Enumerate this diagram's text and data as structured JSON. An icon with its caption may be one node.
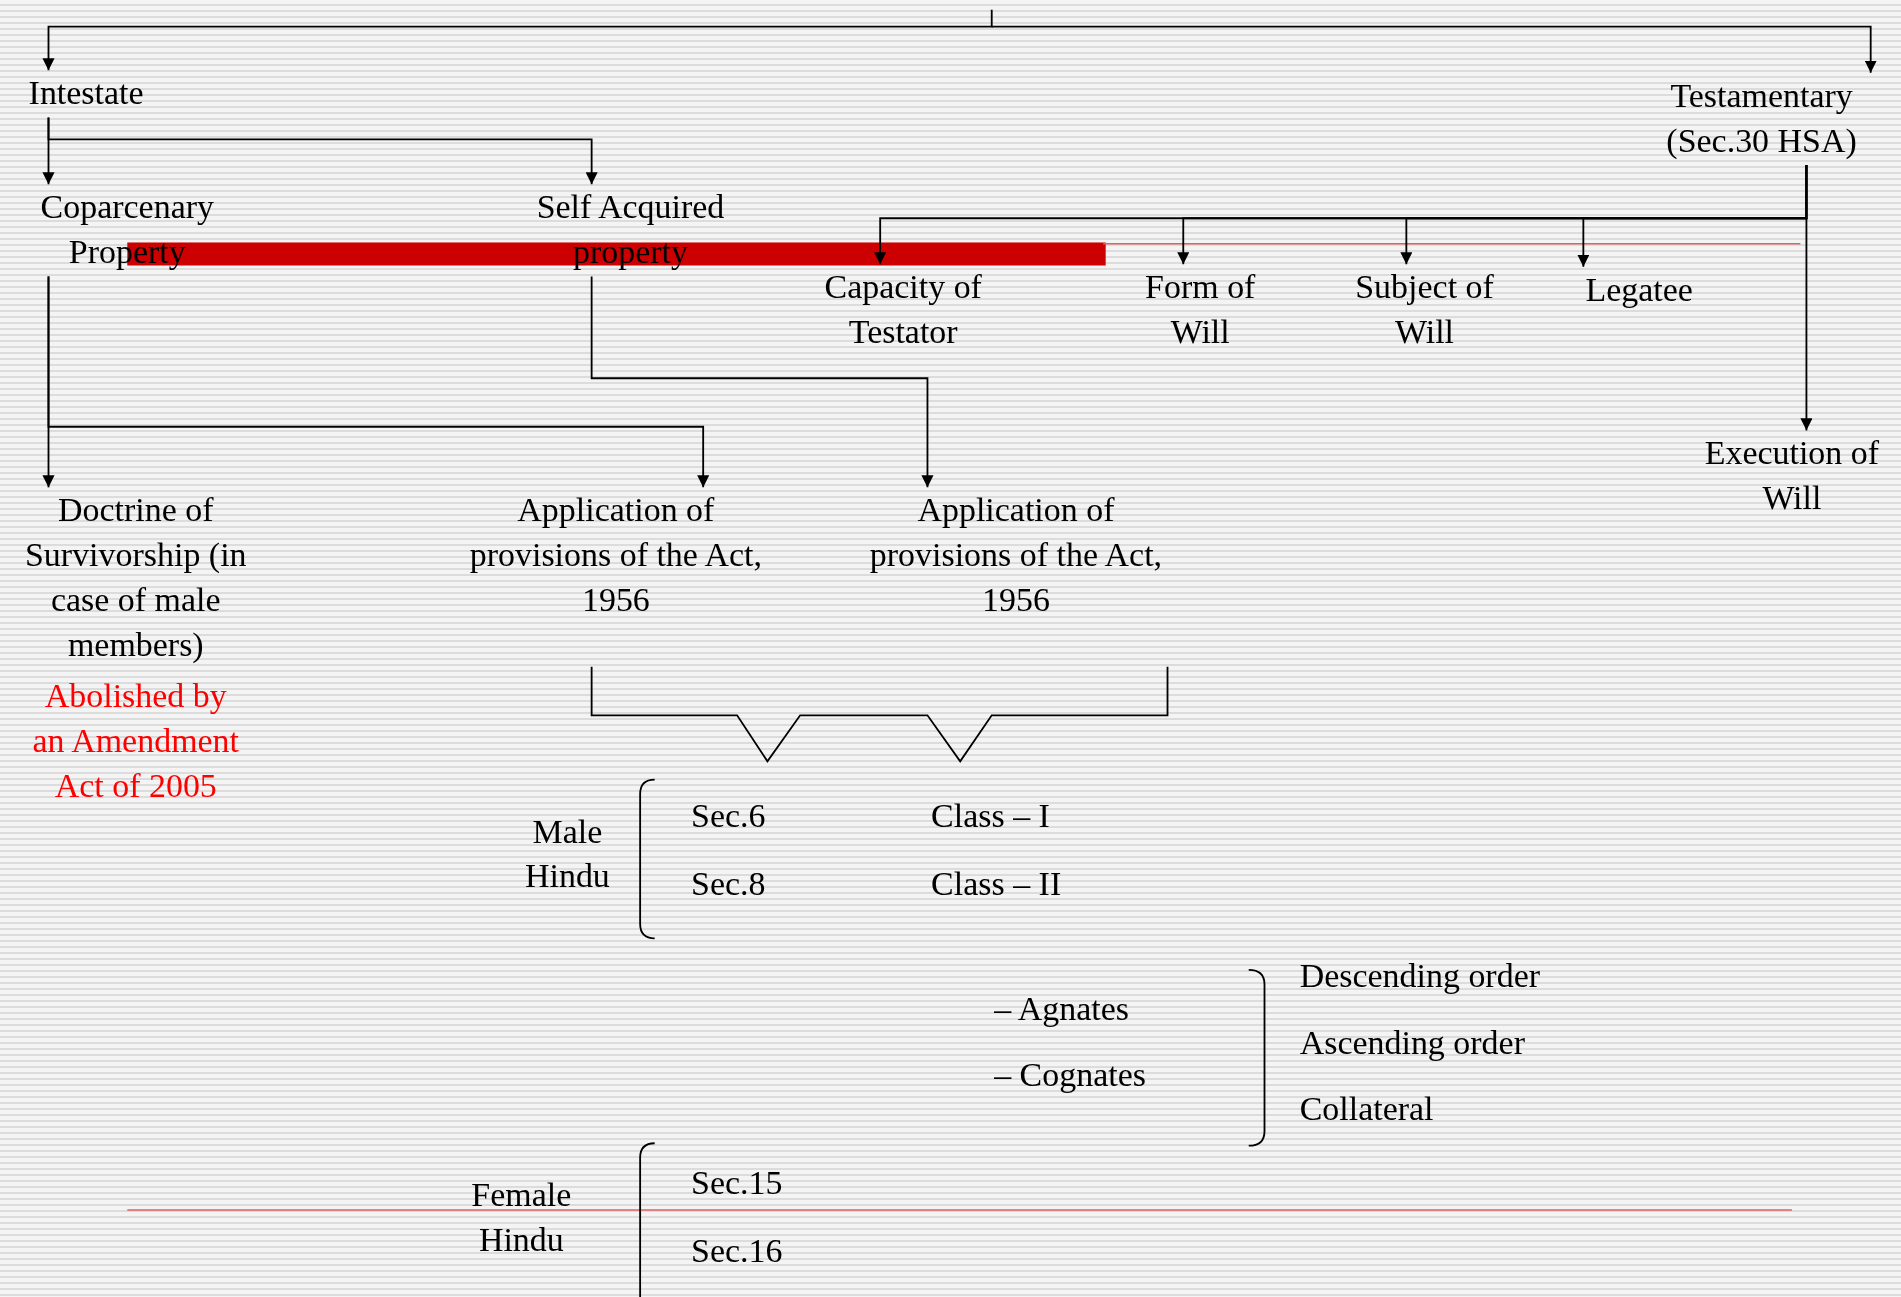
{
  "diagram": {
    "nodes": [
      {
        "text": [
          "Intestate"
        ]
      },
      {
        "text": [
          "Testamentary (Sec.30 HSA)"
        ]
      },
      {
        "text": [
          "Coparcenary Property"
        ]
      },
      {
        "text": [
          "Self Acquired property"
        ]
      },
      {
        "text": [
          "Capacity of Testator"
        ]
      },
      {
        "text": [
          "Form of Will"
        ]
      },
      {
        "text": [
          "Subject of Will"
        ]
      },
      {
        "text": [
          "Legatee"
        ]
      },
      {
        "text": [
          "Execution of Will"
        ]
      },
      {
        "text": [
          "Doctrine of Survivorship (in case of male members)"
        ],
        "beside": [
          "Abolished by an Amendment Act of 2005"
        ]
      },
      {
        "text": [
          "Application of provisions of the Act, 1956"
        ]
      },
      {
        "text": [
          "Application of provisions of the Act, 1956"
        ]
      }
    ],
    "edges": [
      {
        "from": null,
        "to": 0,
        "arrow": "to"
      },
      {
        "from": null,
        "to": 1,
        "arrow": "to"
      },
      {
        "from": 0,
        "to": 2,
        "arrow": "to"
      },
      {
        "from": 0,
        "to": 3,
        "arrow": "to"
      },
      {
        "from": 1,
        "to": 4,
        "arrow": "to"
      },
      {
        "from": 1,
        "to": 5,
        "arrow": "to"
      },
      {
        "from": 1,
        "to": 6,
        "arrow": "to"
      },
      {
        "from": 1,
        "to": 7,
        "arrow": "to"
      },
      {
        "from": 1,
        "to": 8,
        "arrow": "to"
      },
      {
        "from": 2,
        "to": 9,
        "arrow": "to"
      },
      {
        "from": 2,
        "to": 10,
        "arrow": "to"
      },
      {
        "from": 3,
        "to": 11,
        "arrow": "to"
      }
    ],
    "labels": [
      "Male Hindu",
      "Sec.6",
      "Class – I",
      "Sec.8",
      "Class – II",
      "– Agnates",
      "Descending order",
      "Ascending order",
      "– Cognates",
      "Collateral",
      "Female Hindu",
      "Sec.15",
      "Sec.16"
    ]
  }
}
